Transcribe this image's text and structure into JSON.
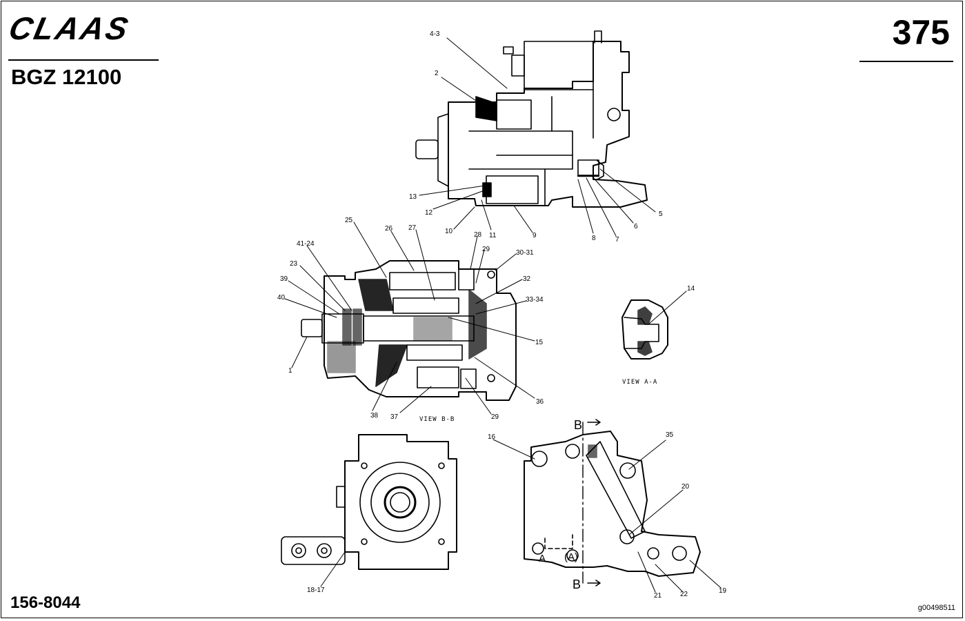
{
  "header": {
    "brand_logo": "CLAAS",
    "model": "BGZ 12100",
    "page_number": "375"
  },
  "footer": {
    "part_number": "156-8044",
    "image_id": "g00498511"
  },
  "views": {
    "view_bb": "VIEW B-B",
    "view_aa": "VIEW A-A"
  },
  "section_markers": {
    "b_top": "B",
    "b_bottom": "B",
    "a_left": "A",
    "a_right": "(A)"
  },
  "callouts": {
    "c4_3": "4-3",
    "c2": "2",
    "c13": "13",
    "c12": "12",
    "c10": "10",
    "c11": "11",
    "c9": "9",
    "c8": "8",
    "c7": "7",
    "c6": "6",
    "c5": "5",
    "c25": "25",
    "c26": "26",
    "c27": "27",
    "c28": "28",
    "c29a": "29",
    "c30_31": "30-31",
    "c41_24": "41-24",
    "c23": "23",
    "c39": "39",
    "c40": "40",
    "c32": "32",
    "c33_34": "33-34",
    "c15a": "15",
    "c1": "1",
    "c38": "38",
    "c37": "37",
    "c29b": "29",
    "c36": "36",
    "c14": "14",
    "c16": "16",
    "c35": "35",
    "c20": "20",
    "c18_17": "18-17",
    "c21": "21",
    "c22": "22",
    "c19": "19"
  },
  "colors": {
    "ink": "#000000",
    "paper": "#ffffff"
  }
}
